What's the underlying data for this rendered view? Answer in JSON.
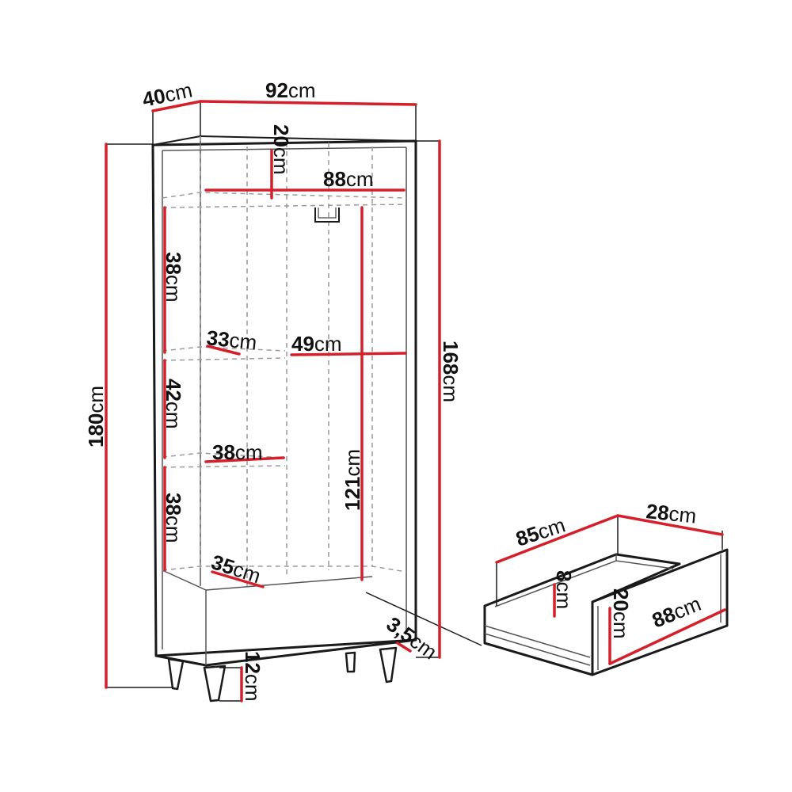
{
  "dimensions": {
    "depth": {
      "value": "40",
      "unit": "cm"
    },
    "width": {
      "value": "92",
      "unit": "cm"
    },
    "top_compartment_height": {
      "value": "20",
      "unit": "cm"
    },
    "inner_width": {
      "value": "88",
      "unit": "cm"
    },
    "upper_shelf_height": {
      "value": "38",
      "unit": "cm"
    },
    "upper_shelf_depth": {
      "value": "33",
      "unit": "cm"
    },
    "hanging_width": {
      "value": "49",
      "unit": "cm"
    },
    "middle_shelf_height": {
      "value": "42",
      "unit": "cm"
    },
    "middle_shelf_depth": {
      "value": "38",
      "unit": "cm"
    },
    "hanging_height": {
      "value": "121",
      "unit": "cm"
    },
    "lower_shelf_height": {
      "value": "38",
      "unit": "cm"
    },
    "bottom_shelf_depth": {
      "value": "35",
      "unit": "cm"
    },
    "total_height": {
      "value": "180",
      "unit": "cm"
    },
    "body_height": {
      "value": "168",
      "unit": "cm"
    },
    "leg_height": {
      "value": "12",
      "unit": "cm"
    },
    "plinth_offset": {
      "value": "3,5",
      "unit": "cm"
    }
  },
  "drawer": {
    "depth": {
      "value": "85",
      "unit": "cm"
    },
    "inner_depth": {
      "value": "28",
      "unit": "cm"
    },
    "inner_height": {
      "value": "8",
      "unit": "cm"
    },
    "front_height": {
      "value": "20",
      "unit": "cm"
    },
    "front_width": {
      "value": "88",
      "unit": "cm"
    }
  },
  "colors": {
    "dimension_line": "#d3202a",
    "outline": "#1a1a1a",
    "dashed": "#9a9a9a"
  }
}
